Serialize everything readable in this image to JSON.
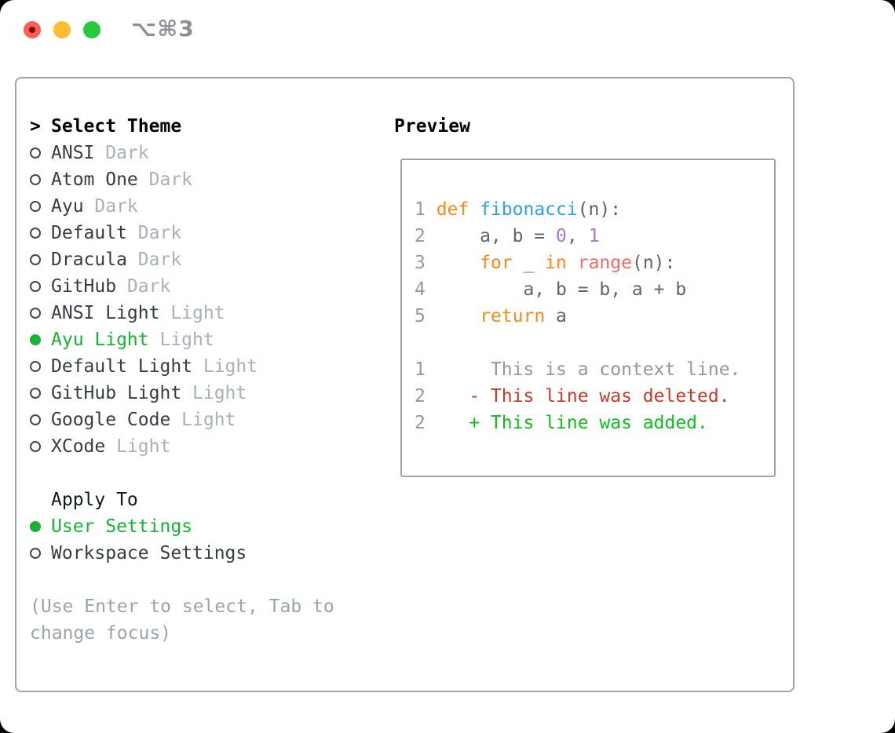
{
  "window": {
    "title": "⌥⌘3",
    "traffic_lights": {
      "close": "red",
      "minimize": "yellow",
      "zoom": "green"
    }
  },
  "colors": {
    "accent_green": "#17B335",
    "diff_added_green": "#10BD1C",
    "diff_deleted_red": "#C43A28",
    "keyword_orange": "#F9891D",
    "function_blue": "#2DA0E6",
    "number_purple": "#A37ACC",
    "call_coral": "#EF6B66",
    "muted_gray": "#A7B0BB",
    "traffic_red": "#FF5F57",
    "traffic_yellow": "#FEBC2E",
    "traffic_green": "#27C93F",
    "border_gray": "#9DA5AD"
  },
  "icons": {
    "header_marker": ">",
    "radio_selected": "radio-filled-circle",
    "radio_unselected": "radio-empty-circle"
  },
  "theme_picker": {
    "header_marker": ">",
    "header": "Select Theme",
    "themes": [
      {
        "name": "ANSI",
        "tag": "Dark",
        "selected": false
      },
      {
        "name": "Atom One",
        "tag": "Dark",
        "selected": false
      },
      {
        "name": "Ayu",
        "tag": "Dark",
        "selected": false
      },
      {
        "name": "Default",
        "tag": "Dark",
        "selected": false
      },
      {
        "name": "Dracula",
        "tag": "Dark",
        "selected": false
      },
      {
        "name": "GitHub",
        "tag": "Dark",
        "selected": false
      },
      {
        "name": "ANSI Light",
        "tag": "Light",
        "selected": false
      },
      {
        "name": "Ayu Light",
        "tag": "Light",
        "selected": true
      },
      {
        "name": "Default Light",
        "tag": "Light",
        "selected": false
      },
      {
        "name": "GitHub Light",
        "tag": "Light",
        "selected": false
      },
      {
        "name": "Google Code",
        "tag": "Light",
        "selected": false
      },
      {
        "name": "XCode",
        "tag": "Light",
        "selected": false
      }
    ],
    "apply_to": {
      "header": "Apply To",
      "options": [
        {
          "label": "User Settings",
          "selected": true
        },
        {
          "label": "Workspace Settings",
          "selected": false
        }
      ]
    },
    "help": "(Use Enter to select, Tab to change focus)"
  },
  "preview": {
    "header": "Preview",
    "code_lines": [
      {
        "num": "1",
        "tokens": [
          [
            "def ",
            "kw"
          ],
          [
            "fibonacci",
            "fn"
          ],
          [
            "(n):",
            "fg"
          ]
        ]
      },
      {
        "num": "2",
        "tokens": [
          [
            "    a, b = ",
            "fg"
          ],
          [
            "0",
            "num"
          ],
          [
            ", ",
            "fg"
          ],
          [
            "1",
            "num"
          ]
        ]
      },
      {
        "num": "3",
        "tokens": [
          [
            "    ",
            "fg"
          ],
          [
            "for",
            "kw"
          ],
          [
            " _ ",
            "fg"
          ],
          [
            "in",
            "kw"
          ],
          [
            " ",
            "fg"
          ],
          [
            "range",
            "call"
          ],
          [
            "(n):",
            "fg"
          ]
        ]
      },
      {
        "num": "4",
        "tokens": [
          [
            "        a, b = b, a + b",
            "fg"
          ]
        ]
      },
      {
        "num": "5",
        "tokens": [
          [
            "    ",
            "fg"
          ],
          [
            "return",
            "kw"
          ],
          [
            " a",
            "fg"
          ]
        ]
      }
    ],
    "diff_lines": [
      {
        "num": "1",
        "tokens": [
          [
            "     This is a context line.",
            "ctx"
          ]
        ]
      },
      {
        "num": "2",
        "tokens": [
          [
            "   ",
            "fg"
          ],
          [
            "- This line was deleted.",
            "del"
          ]
        ]
      },
      {
        "num": "2",
        "tokens": [
          [
            "   ",
            "fg"
          ],
          [
            "+ This line was added.",
            "add"
          ]
        ]
      }
    ]
  }
}
